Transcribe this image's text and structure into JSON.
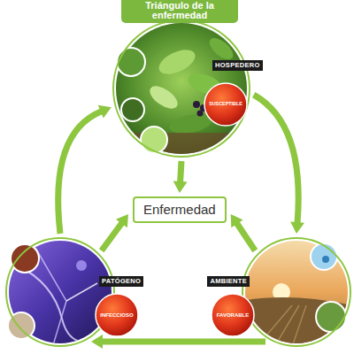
{
  "diagram": {
    "title": "Triángulo de la enfermedad",
    "nodes": [
      {
        "text": [
          "HOSPEDERO"
        ]
      },
      {
        "text": [
          "SUSCEPTIBLE"
        ],
        "in": 0
      },
      {
        "text": [
          "Enfermedad"
        ]
      },
      {
        "text": [
          "PATÓGENO"
        ]
      },
      {
        "text": [
          "INFECCIOSO"
        ],
        "in": 3
      },
      {
        "text": [
          "AMBIENTE"
        ]
      },
      {
        "text": [
          "FAVORABLE"
        ],
        "in": 5
      }
    ],
    "edges": [
      {
        "from": 0,
        "to": 2,
        "arrow": "to"
      },
      {
        "from": 5,
        "to": 2,
        "arrow": "to"
      },
      {
        "from": 3,
        "to": 2,
        "arrow": "to"
      },
      {
        "from": 0,
        "to": 5,
        "arrow": "to"
      },
      {
        "from": 5,
        "to": 3,
        "arrow": "to"
      },
      {
        "from": 3,
        "to": 0,
        "arrow": "to"
      }
    ]
  }
}
